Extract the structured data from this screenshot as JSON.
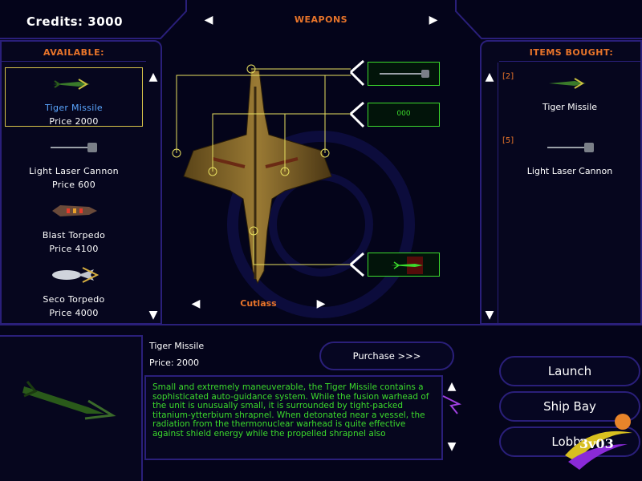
{
  "header": {
    "credits_label": "Credits: 3000",
    "category_title": "WEAPONS"
  },
  "available": {
    "title": "AVAILABLE:",
    "items": [
      {
        "name": "Tiger Missile",
        "price": "Price 2000"
      },
      {
        "name": "Light Laser Cannon",
        "price": "Price 600"
      },
      {
        "name": "Blast Torpedo",
        "price": "Price 4100"
      },
      {
        "name": "Seco Torpedo",
        "price": "Price 4000"
      }
    ]
  },
  "bought": {
    "title": "ITEMS BOUGHT:",
    "items": [
      {
        "count": "[2]",
        "name": "Tiger Missile"
      },
      {
        "count": "[5]",
        "name": "Light Laser Cannon"
      }
    ]
  },
  "ship": {
    "name": "Cutlass"
  },
  "hardpoints": {
    "middle_slot_label": "000"
  },
  "detail": {
    "name": "Tiger Missile",
    "price": "Price: 2000",
    "purchase_label": "Purchase >>>",
    "description": "Small and extremely maneuverable, the Tiger Missile contains a sophisticated auto-guidance system. While the fusion warhead of the unit is unusually small, it is surrounded by tight-packed titanium-ytterbium shrapnel. When detonated near a vessel, the radiation from the thermonuclear warhead is quite effective against shield energy while the propelled shrapnel also"
  },
  "nav": {
    "launch": "Launch",
    "ship_bay": "Ship Bay",
    "lobby": "Lobby",
    "badge": "3v03"
  },
  "colors": {
    "frame": "#2a1f7a",
    "title_orange": "#e8742a",
    "selected_blue": "#5aa6ff",
    "text_green": "#3cdb2c",
    "mount_yellow": "#e8e060"
  }
}
